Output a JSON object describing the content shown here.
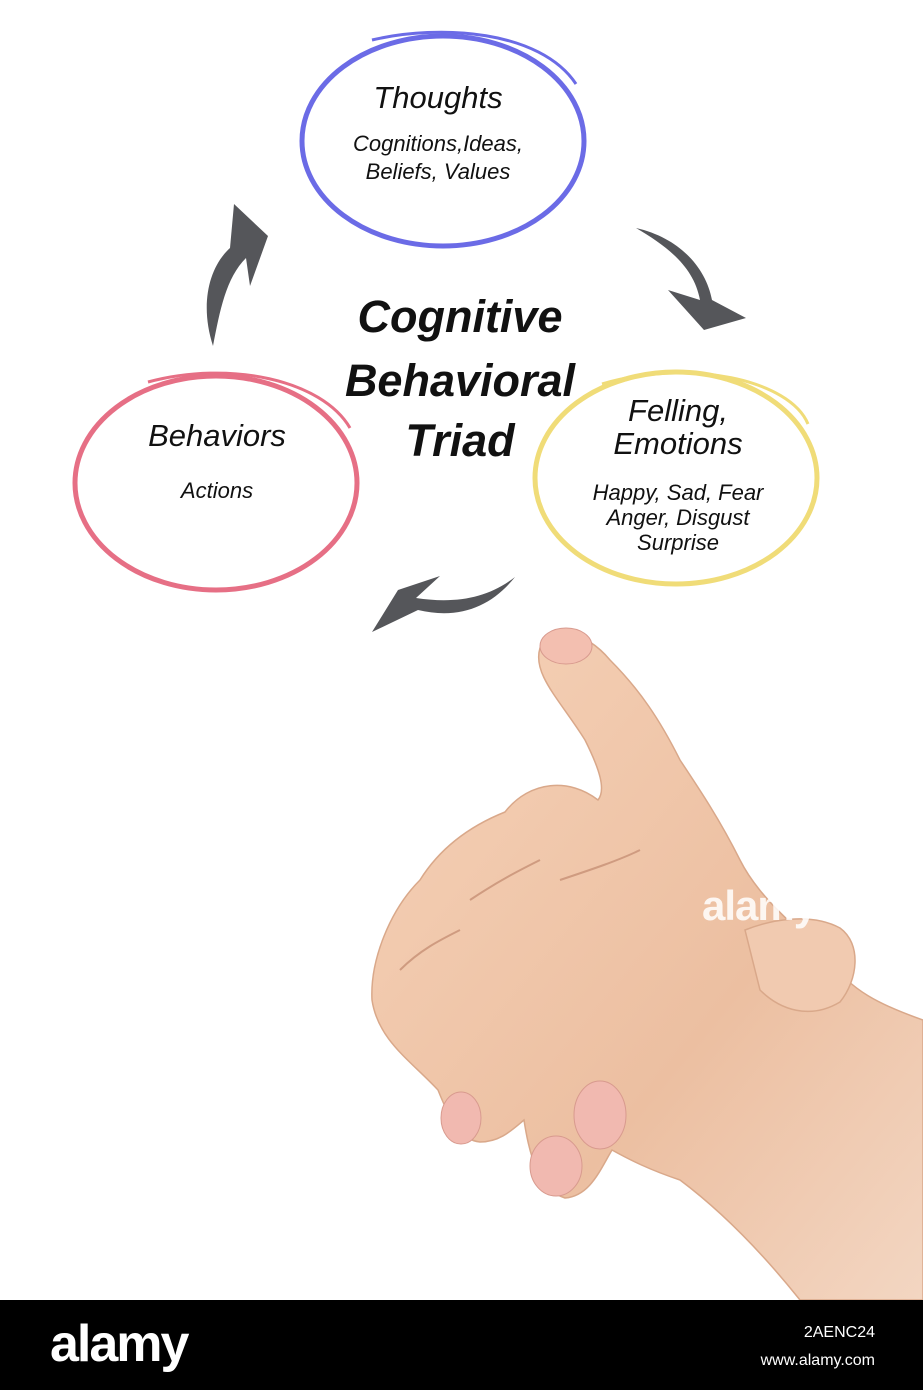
{
  "diagram": {
    "title": "Cognitive Behavioral Triad",
    "title_lines": [
      "Cognitive",
      "Behavioral",
      "Triad"
    ],
    "nodes": {
      "thoughts": {
        "title": "Thoughts",
        "lines": [
          "Cognitions,Ideas,",
          "Beliefs, Values"
        ],
        "color": "#6b6be6"
      },
      "feelings": {
        "title_lines": [
          "Felling,",
          "Emotions"
        ],
        "lines": [
          "Happy, Sad, Fear",
          "Anger, Disgust",
          "Surprise"
        ],
        "color": "#f0dc78"
      },
      "behaviors": {
        "title": "Behaviors",
        "lines": [
          "Actions"
        ],
        "color": "#e66f85"
      }
    },
    "arrow_color": "#55565a"
  },
  "watermark": "alamy",
  "footer": {
    "logo": "alamy",
    "image_id": "2AENC24",
    "site": "www.alamy.com"
  }
}
